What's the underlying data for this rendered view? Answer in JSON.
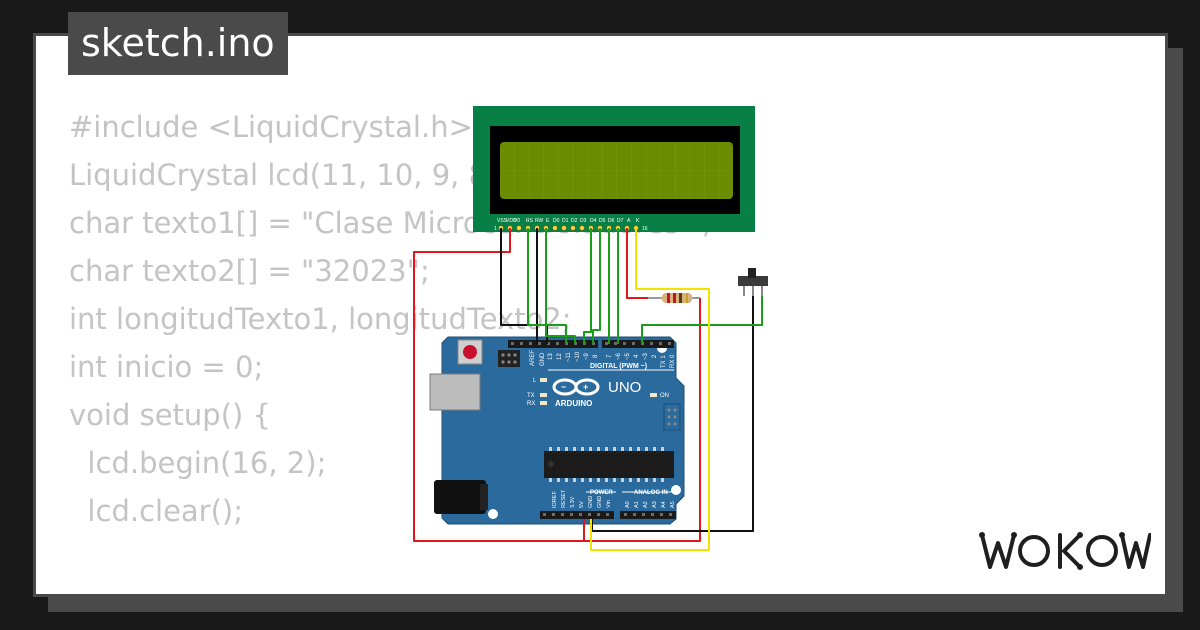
{
  "file_tab": {
    "label": "sketch.ino"
  },
  "code_lines": [
    "#include <LiquidCrystal.h>",
    "",
    "LiquidCrystal lcd(11, 10, 9, 8, 7, 6);",
    "char texto1[] = \"Clase Microcontroladores \";",
    "char texto2[] = \"32023\";",
    "int longitudTexto1, longitudTexto2;",
    "int inicio = 0;",
    "",
    "void setup() {",
    "  lcd.begin(16, 2);",
    "  lcd.clear();"
  ],
  "board": {
    "model": "UNO",
    "brand": "ARDUINO",
    "digital_label": "DIGITAL (PWM ~)",
    "power_label": "POWER",
    "analog_label": "ANALOG IN",
    "on_label": "ON",
    "tx_label": "TX",
    "rx_label": "RX",
    "l_label": "L",
    "aref_label": "AREF",
    "gnd_label": "GND",
    "power_pins": [
      "IOREF",
      "RESET",
      "3.3V",
      "5V",
      "GND",
      "GND",
      "Vin"
    ],
    "analog_pins": [
      "A0",
      "A1",
      "A2",
      "A3",
      "A4",
      "A5"
    ],
    "digital_pins": [
      "13",
      "12",
      "~11",
      "~10",
      "~9",
      "8",
      "7",
      "~6",
      "~5",
      "4",
      "~3",
      "2",
      "TX 1",
      "RX 0"
    ]
  },
  "lcd": {
    "pin_labels": [
      "VSS",
      "VDD",
      "V0",
      "RS",
      "RW",
      "E",
      "D0",
      "D1",
      "D2",
      "D3",
      "D4",
      "D5",
      "D6",
      "D7",
      "A",
      "K"
    ],
    "pin_end_1": "1",
    "pin_end_16": "16"
  },
  "colors": {
    "background": "#191919",
    "card": "#ffffff",
    "frame": "#4a4a4a",
    "code_text": "#c4c4c4",
    "lcd_pcb": "#087f45",
    "lcd_screen": "#6b8b00",
    "arduino_board": "#2a6a9c",
    "wire_red": "#e0171b",
    "wire_green": "#1b9d1b",
    "wire_black": "#111111",
    "wire_yellow": "#f3e100"
  },
  "icons": [
    "arduino-infinity-logo",
    "wokwi-logo"
  ]
}
